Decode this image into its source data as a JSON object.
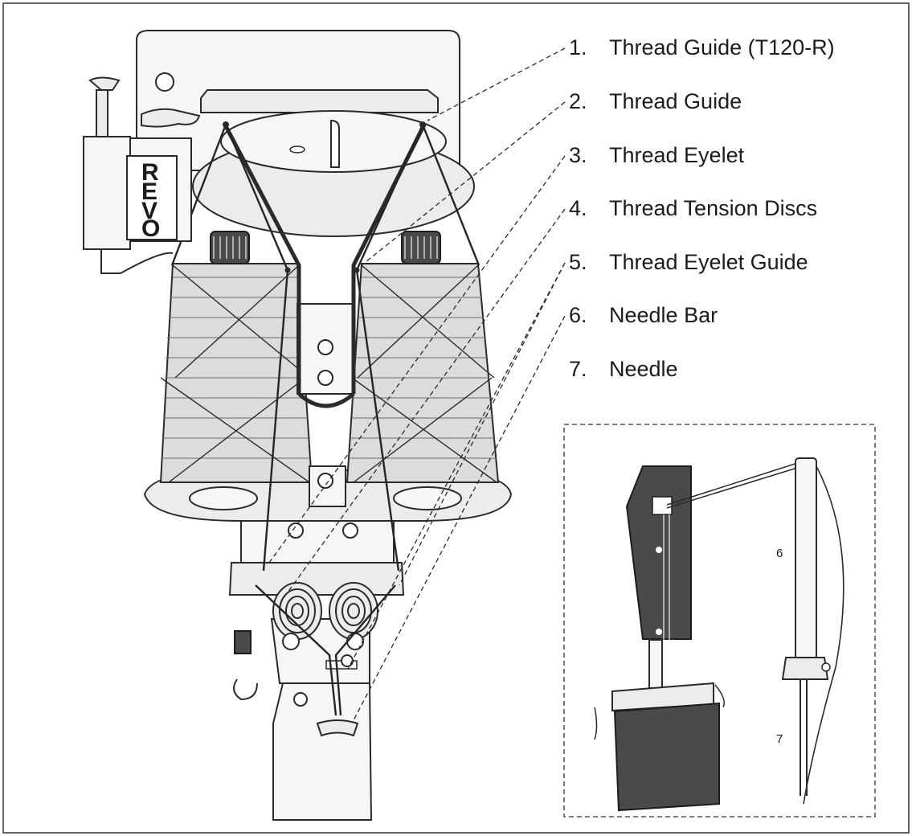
{
  "legend": [
    {
      "num": "1.",
      "text": "Thread Guide (T120-R)"
    },
    {
      "num": "2.",
      "text": "Thread Guide"
    },
    {
      "num": "3.",
      "text": "Thread Eyelet"
    },
    {
      "num": "4.",
      "text": "Thread Tension Discs"
    },
    {
      "num": "5.",
      "text": "Thread Eyelet Guide"
    },
    {
      "num": "6.",
      "text": "Needle Bar"
    },
    {
      "num": "7.",
      "text": "Needle"
    }
  ],
  "brand": {
    "l1": "R",
    "l2": "E",
    "l3": "V",
    "l4": "O"
  },
  "inset": {
    "label_6": "6",
    "label_7": "7"
  }
}
